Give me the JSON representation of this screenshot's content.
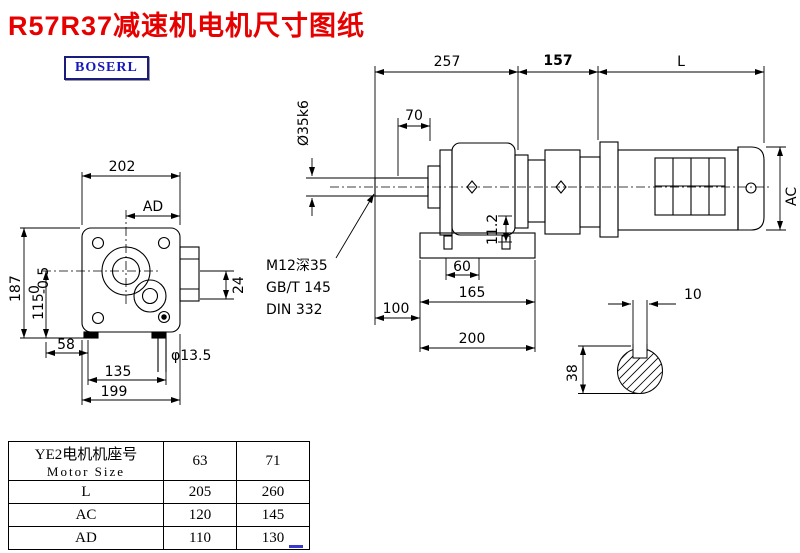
{
  "title": "R57R37减速机电机尺寸图纸",
  "logo": "BOSERL",
  "dims": {
    "overall_257": "257",
    "overall_157": "157",
    "overall_L": "L",
    "shaft_len_70": "70",
    "shaft_dia": "Ø35k6",
    "motor_dia_AC": "AC",
    "front_width_202": "202",
    "front_AD": "AD",
    "front_height_187": "187",
    "front_115": "115",
    "front_115_tol_upper": "0",
    "front_115_tol_lower": "-0.5",
    "front_24": "24",
    "front_58": "58",
    "front_135": "135",
    "front_199": "199",
    "front_hole_dia": "φ13.5",
    "base_11_2": "11.2",
    "base_60": "60",
    "base_100": "100",
    "base_165": "165",
    "base_200": "200",
    "key_width_10": "10",
    "key_height_38": "38",
    "tap_thread": "M12深35",
    "tap_standard": "GB/T 145",
    "tap_din": "DIN 332"
  },
  "table": {
    "header": {
      "label_cn": "YE2电机机座号",
      "label_en": "Motor Size",
      "size_63": "63",
      "size_71": "71"
    },
    "rows": [
      {
        "label": "L",
        "v63": "205",
        "v71": "260"
      },
      {
        "label": "AC",
        "v63": "120",
        "v71": "145"
      },
      {
        "label": "AD",
        "v63": "110",
        "v71": "130"
      }
    ]
  }
}
